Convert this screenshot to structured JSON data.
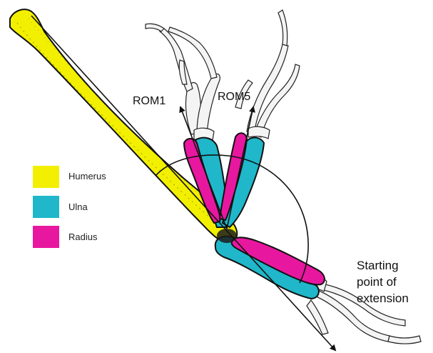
{
  "colors": {
    "humerus": "#f2f000",
    "ulna": "#1fb7c9",
    "radius": "#e8179f",
    "bone_outline": "#111111",
    "background": "#ffffff"
  },
  "legend": [
    {
      "key": "humerus",
      "label": "Humerus",
      "color": "#f2f000"
    },
    {
      "key": "ulna",
      "label": "Ulna",
      "color": "#1fb7c9"
    },
    {
      "key": "radius",
      "label": "Radius",
      "color": "#e8179f"
    }
  ],
  "labels": {
    "rom1": "ROM1",
    "rom5": "ROM5",
    "start_line1": "Starting",
    "start_line2": "point of",
    "start_line3": "extension"
  }
}
